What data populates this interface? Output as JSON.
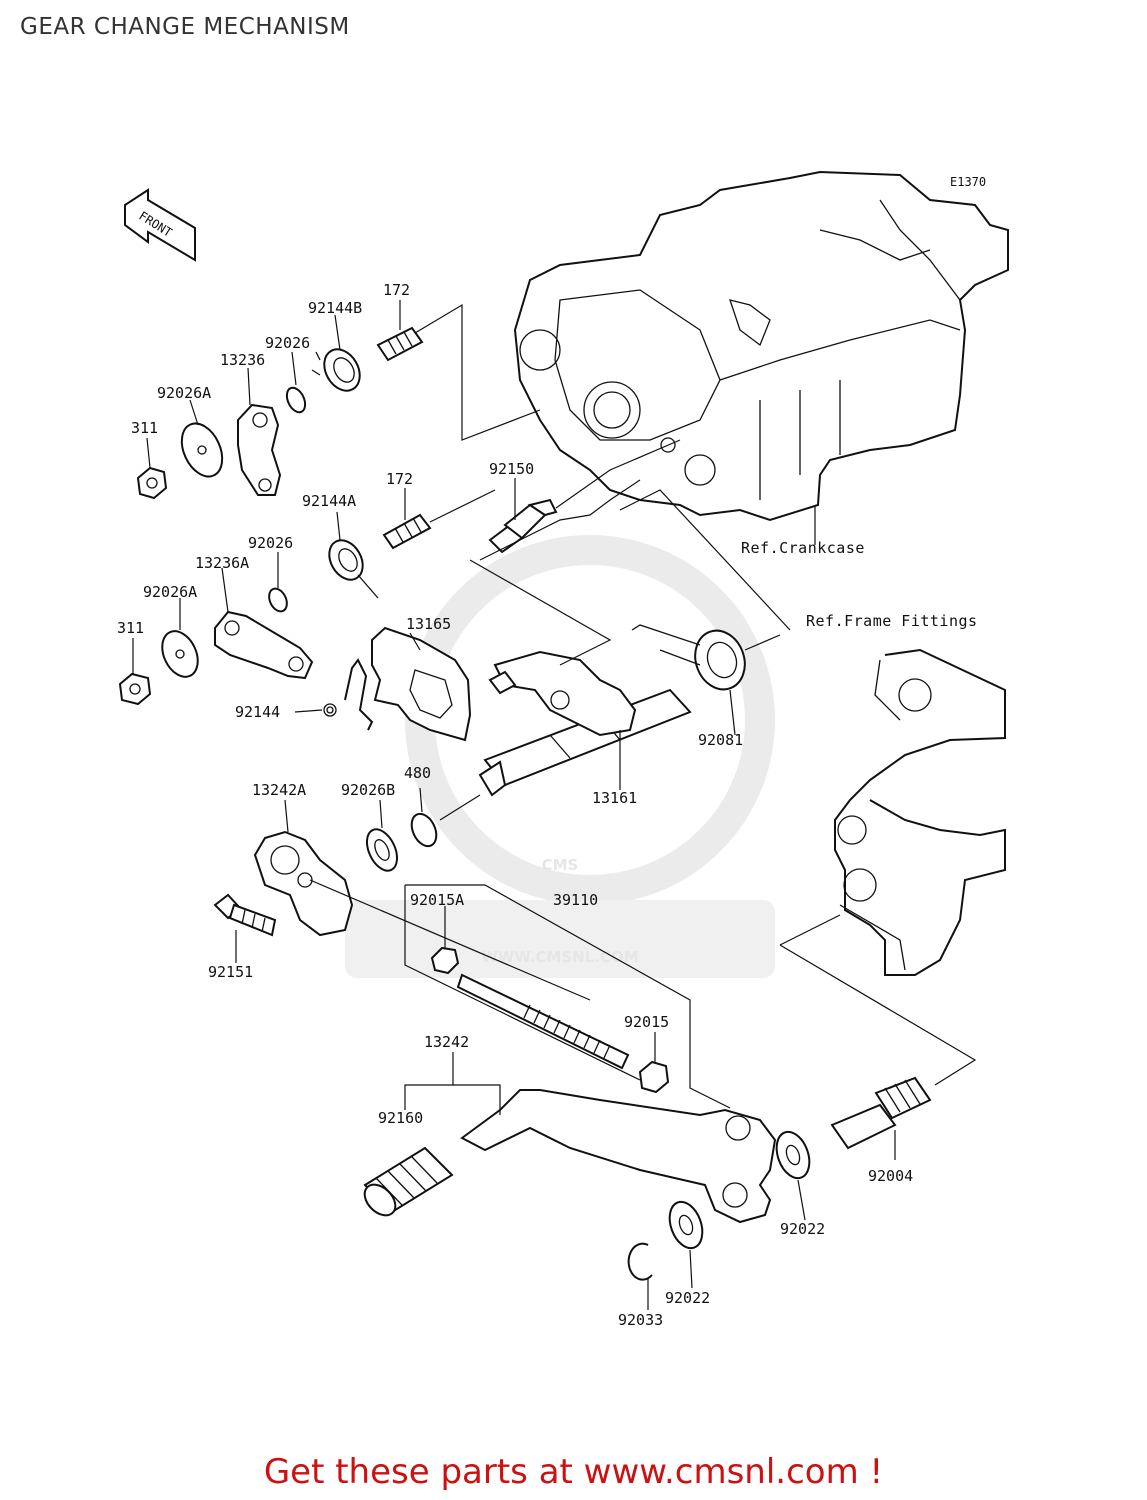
{
  "page": {
    "title": "GEAR CHANGE MECHANISM"
  },
  "diagram": {
    "code": "E1370",
    "front_label": "FRONT",
    "refs": {
      "crankcase": "Ref.Crankcase",
      "frame": "Ref.Frame Fittings"
    },
    "watermark": {
      "brand": "CMS",
      "url": "WWW.CMSNL.COM"
    },
    "parts": {
      "p172_top": "172",
      "p92144B": "92144B",
      "p92026_top": "92026",
      "p13236": "13236",
      "p92026A_top": "92026A",
      "p311_top": "311",
      "p172_mid": "172",
      "p92150": "92150",
      "p92144A": "92144A",
      "p92026_mid": "92026",
      "p13236A": "13236A",
      "p92026A_mid": "92026A",
      "p311_mid": "311",
      "p13165": "13165",
      "p92144": "92144",
      "p92081": "92081",
      "p13161": "13161",
      "p13242A": "13242A",
      "p92026B": "92026B",
      "p480": "480",
      "p92015A": "92015A",
      "p39110": "39110",
      "p92151": "92151",
      "p92015": "92015",
      "p13242": "13242",
      "p92160": "92160",
      "p92004": "92004",
      "p92022_right": "92022",
      "p92022_bottom": "92022",
      "p92033": "92033"
    }
  },
  "footer": {
    "link_text": "Get these parts at www.cmsnl.com !"
  }
}
